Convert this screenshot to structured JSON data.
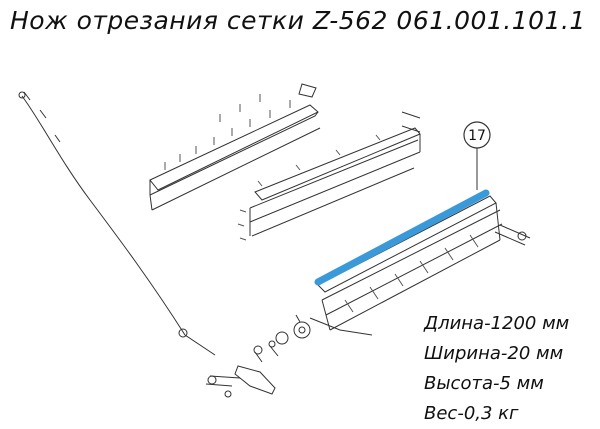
{
  "title": "Нож отрезания сетки Z-562 061.001.101.1",
  "callout": "17",
  "specs": [
    "Длина-1200 мм",
    "Ширина-20 мм",
    "Высота-5 мм",
    "Вес-0,3 кг"
  ],
  "colors": {
    "highlight": "#3a9ad9",
    "line": "#333333"
  }
}
